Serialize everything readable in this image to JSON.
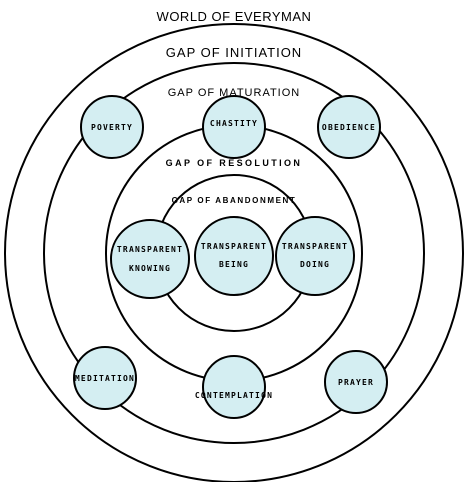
{
  "title": "WORLD OF EVERYMAN",
  "rings": {
    "initiation": "GAP OF INITIATION",
    "maturation": "GAP OF MATURATION",
    "resolution": "GAP OF RESOLUTION",
    "abandonment": "GAP OF ABANDONMENT"
  },
  "nodes": {
    "poverty": "POVERTY",
    "chastity": "CHASTITY",
    "obedience": "OBEDIENCE",
    "meditation": "MEDITATION",
    "contemplation": "CONTEMPLATION",
    "prayer": "PRAYER",
    "transparent_knowing": [
      "TRANSPARENT",
      "KNOWING"
    ],
    "transparent_being": [
      "TRANSPARENT",
      "BEING"
    ],
    "transparent_doing": [
      "TRANSPARENT",
      "DOING"
    ]
  },
  "colors": {
    "node_fill": "#d4eef2",
    "stroke": "#000000"
  }
}
